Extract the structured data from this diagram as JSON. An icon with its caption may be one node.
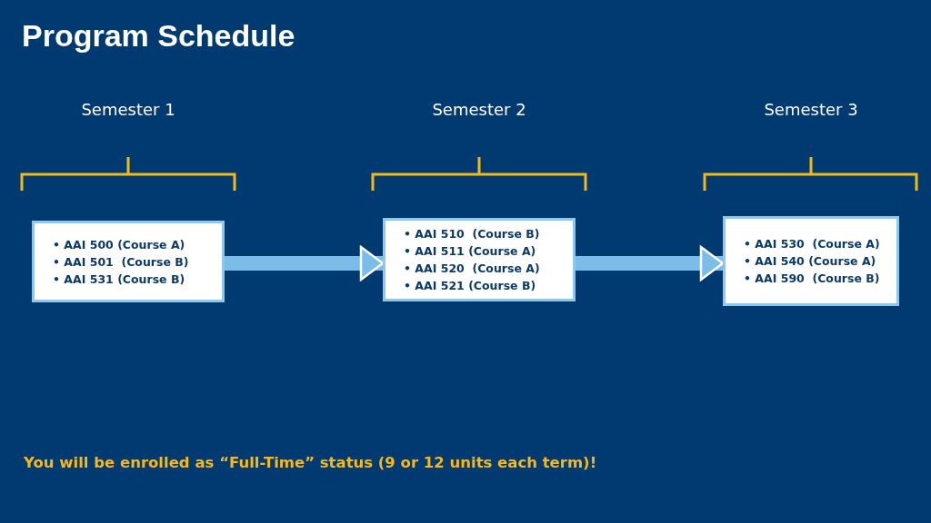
{
  "diagram": {
    "title": "Program Schedule",
    "nodes": [
      {
        "text": [
          "• AAI 500 (Course A)",
          "• AAI 501  (Course B)",
          "• AAI 531 (Course B)"
        ]
      },
      {
        "text": [
          "• AAI 510  (Course B)",
          "• AAI 511 (Course A)",
          "• AAI 520  (Course A)",
          "• AAI 521 (Course B)"
        ]
      },
      {
        "text": [
          "• AAI 530  (Course A)",
          "• AAI 540 (Course A)",
          "• AAI 590  (Course B)"
        ]
      }
    ],
    "edges": [
      {
        "from": 0,
        "to": 1,
        "arrow": "to"
      },
      {
        "from": 1,
        "to": 2,
        "arrow": "to"
      }
    ],
    "labels": [
      "Semester 1",
      "Semester 2",
      "Semester 3",
      "You will be enrolled as “Full-Time” status (9 or 12 units each term)!"
    ]
  }
}
